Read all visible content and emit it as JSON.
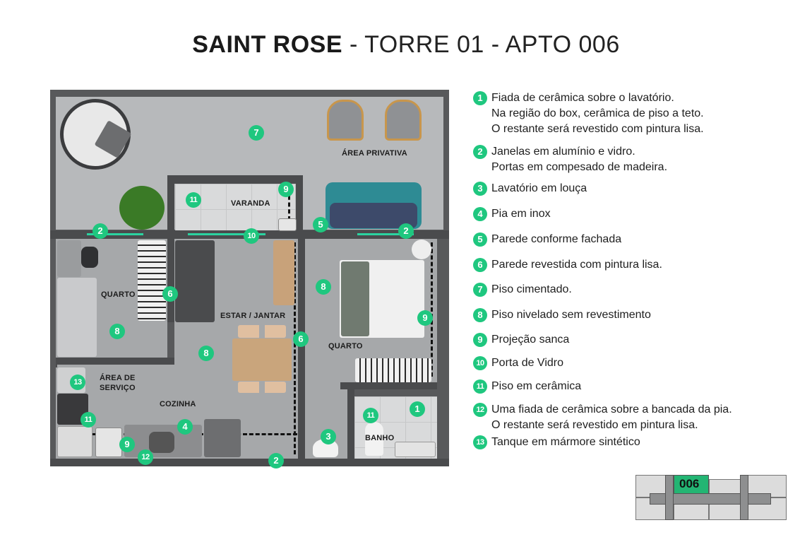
{
  "header": {
    "title_strong": "SAINT ROSE",
    "title_light": " - TORRE 01 - APTO 006"
  },
  "plan": {
    "rooms": {
      "area_privativa": "ÁREA PRIVATIVA",
      "varanda": "VARANDA",
      "quarto_1": "QUARTO",
      "estar_jantar": "ESTAR / JANTAR",
      "quarto_2": "QUARTO",
      "area_servico_1": "ÁREA DE",
      "area_servico_2": "SERVIÇO",
      "cozinha": "COZINHA",
      "banho": "BANHO"
    },
    "markers": {
      "m7_privativa": "7",
      "m11_varanda": "11",
      "m9_varanda": "9",
      "m2_left": "2",
      "m10_porta": "10",
      "m5_parede": "5",
      "m2_right": "2",
      "m6_quarto": "6",
      "m8_quarto": "8",
      "m8_estar": "8",
      "m6_estar": "6",
      "m8_quarto2": "8",
      "m9_quarto2": "9",
      "m13_tanque": "13",
      "m11_servico": "11",
      "m9_cozinha": "9",
      "m12_pia": "12",
      "m4_pia": "4",
      "m2_bottom": "2",
      "m3_lavatorio": "3",
      "m11_banho": "11",
      "m1_banho": "1"
    },
    "colors": {
      "marker": "#1fc77f",
      "wall": "#4a4b4d",
      "floor": "#a6a8aa",
      "concrete": "#b7b9bb"
    }
  },
  "legend": {
    "items": [
      {
        "number": "1",
        "lines": [
          "Fiada de cerâmica sobre o lavatório.",
          "Na região do box, cerâmica de piso a teto.",
          "O restante será revestido com pintura lisa."
        ]
      },
      {
        "number": "2",
        "lines": [
          "Janelas em alumínio e vidro.",
          "Portas em compesado de madeira."
        ]
      },
      {
        "number": "3",
        "lines": [
          "Lavatório em louça"
        ]
      },
      {
        "number": "4",
        "lines": [
          "Pia em inox"
        ]
      },
      {
        "number": "5",
        "lines": [
          "Parede conforme fachada"
        ]
      },
      {
        "number": "6",
        "lines": [
          "Parede revestida com pintura lisa."
        ]
      },
      {
        "number": "7",
        "lines": [
          "Piso cimentado."
        ]
      },
      {
        "number": "8",
        "lines": [
          "Piso nivelado sem revestimento"
        ]
      },
      {
        "number": "9",
        "lines": [
          "Projeção sanca"
        ]
      },
      {
        "number": "10",
        "lines": [
          "Porta de Vidro"
        ]
      },
      {
        "number": "11",
        "lines": [
          "Piso em cerâmica"
        ]
      },
      {
        "number": "12",
        "lines": [
          "Uma fiada de cerâmica sobre a bancada da pia.",
          "O restante será revestido em pintura lisa."
        ]
      },
      {
        "number": "13",
        "lines": [
          "Tanque em mármore sintético"
        ]
      }
    ]
  },
  "keyplan": {
    "unit_label": "006",
    "highlight_color": "#23b573"
  }
}
